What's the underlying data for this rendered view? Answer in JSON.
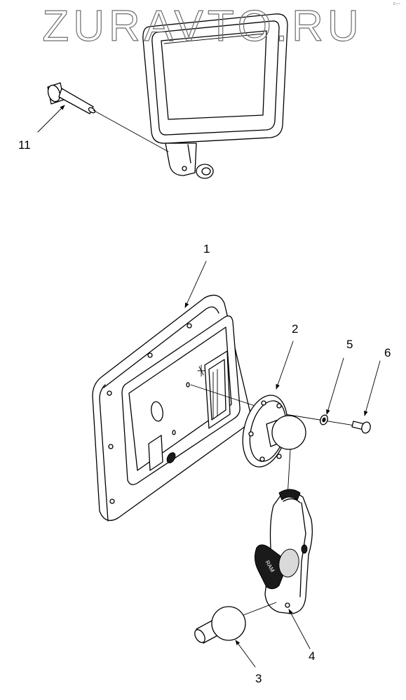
{
  "watermark": {
    "text": "ZURAVTO.RU"
  },
  "corner_mark": "c—",
  "callouts": [
    {
      "id": "11",
      "label": "11"
    },
    {
      "id": "1",
      "label": "1"
    },
    {
      "id": "2",
      "label": "2"
    },
    {
      "id": "5",
      "label": "5"
    },
    {
      "id": "6",
      "label": "6"
    },
    {
      "id": "3",
      "label": "3"
    },
    {
      "id": "4",
      "label": "4"
    }
  ],
  "part_markings": {
    "ram_logo": "RAM"
  }
}
